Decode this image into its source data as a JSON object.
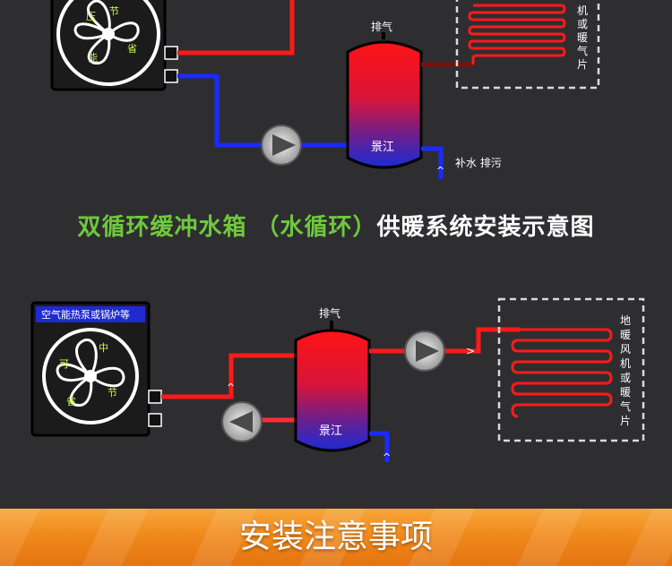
{
  "top_diagram": {
    "exhaust_label": "排气",
    "tank_label": "景江",
    "makeup_drain_label": "补水 排污",
    "emitter_chars": [
      "机",
      "或",
      "暖",
      "气",
      "片"
    ],
    "fan_chars": [
      "压",
      "节",
      "省",
      "能"
    ]
  },
  "title": {
    "green_part": "双循环缓冲水箱 （水循环）",
    "white_part": "供暖系统安装示意图"
  },
  "bottom_diagram": {
    "heat_source_label": "空气能热泵或锅炉等",
    "exhaust_label": "排气",
    "tank_label": "景江",
    "emitter_chars": [
      "地",
      "暖",
      "风",
      "机",
      "或",
      "暖",
      "气",
      "片"
    ],
    "fan_chars": [
      "中",
      "可",
      "节",
      "省"
    ]
  },
  "banner": {
    "text": "安装注意事项"
  },
  "colors": {
    "hot_pipe": "#ff1a1a",
    "cold_pipe": "#1a2bff",
    "accent_green": "#6fc93c",
    "banner_orange": "#f08a1c",
    "background": "#2e2e30"
  }
}
